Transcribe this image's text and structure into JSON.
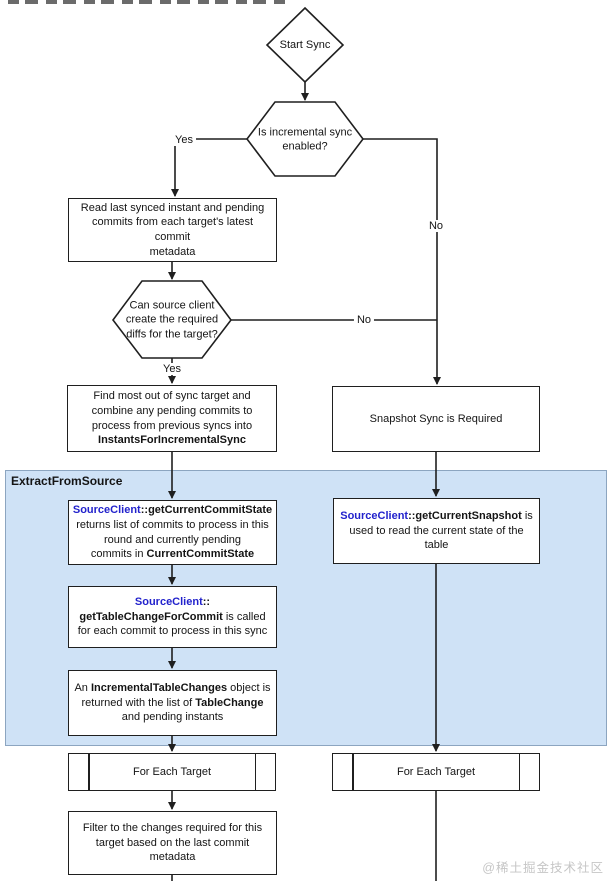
{
  "palette": {
    "line": "#1f1f1f",
    "box_border": "#1f1f1f",
    "box_fill": "#ffffff",
    "region_fill": "#cfe2f6",
    "region_border": "#8ca5c0",
    "class_blue": "#2222cc",
    "text": "#141414",
    "watermark": "#c6c6c6"
  },
  "region_label": "ExtractFromSource",
  "watermark": "@稀土掘金技术社区",
  "edge_labels": {
    "yes_incremental": "Yes",
    "no_incremental": "No",
    "no_diffs": "No",
    "yes_diffs": "Yes"
  },
  "nodes": {
    "start": "Start Sync",
    "decision_incremental": "Is incremental sync\nenabled?",
    "read_last_synced": "Read last synced instant and pending\ncommits from each target's latest commit\nmetadata",
    "decision_diffs": "Can source client\ncreate the required\ndiffs for the target?",
    "snapshot_required": "Snapshot Sync is Required",
    "for_each_target_left": "For Each Target",
    "for_each_target_right": "For Each Target",
    "filter_changes": "Filter to the changes required for this\ntarget based on the last commit\nmetadata",
    "find_most_out_of_sync": [
      {
        "t": "Find most out of sync target and"
      },
      {
        "t": "combine any pending commits to",
        "br": true
      },
      {
        "t": "process from previous syncs into",
        "br": true
      },
      {
        "t": "InstantsForIncrementalSync",
        "b": true,
        "br": true
      }
    ],
    "get_current_commit_state": [
      {
        "t": "SourceClient",
        "b": true,
        "c": "#2222cc"
      },
      {
        "t": "::",
        "b": true
      },
      {
        "t": "getCurrentCommitState",
        "b": true
      },
      {
        "t": "returns list of commits to process in this",
        "br": true
      },
      {
        "t": "round and currently pending",
        "br": true
      },
      {
        "t": "commits in ",
        "br": true
      },
      {
        "t": "CurrentCommitState",
        "b": true
      }
    ],
    "get_current_snapshot": [
      {
        "t": "SourceClient",
        "b": true,
        "c": "#2222cc"
      },
      {
        "t": "::",
        "b": true
      },
      {
        "t": "getCurrentSnapshot",
        "b": true
      },
      {
        "t": " is"
      },
      {
        "t": "used to read the current state of the",
        "br": true
      },
      {
        "t": "table",
        "br": true
      }
    ],
    "get_table_change_for_commit": [
      {
        "t": "SourceClient",
        "b": true,
        "c": "#2222cc"
      },
      {
        "t": "::",
        "b": true
      },
      {
        "t": "getTableChangeForCommit",
        "b": true,
        "br": true
      },
      {
        "t": " is called"
      },
      {
        "t": "for each commit to process in this sync",
        "br": true
      }
    ],
    "incremental_table_changes": [
      {
        "t": "An "
      },
      {
        "t": "IncrementalTableChanges",
        "b": true
      },
      {
        "t": " object is"
      },
      {
        "t": "returned with the list of ",
        "br": true
      },
      {
        "t": "TableChange",
        "b": true
      },
      {
        "t": "and pending instants",
        "br": true
      }
    ]
  }
}
